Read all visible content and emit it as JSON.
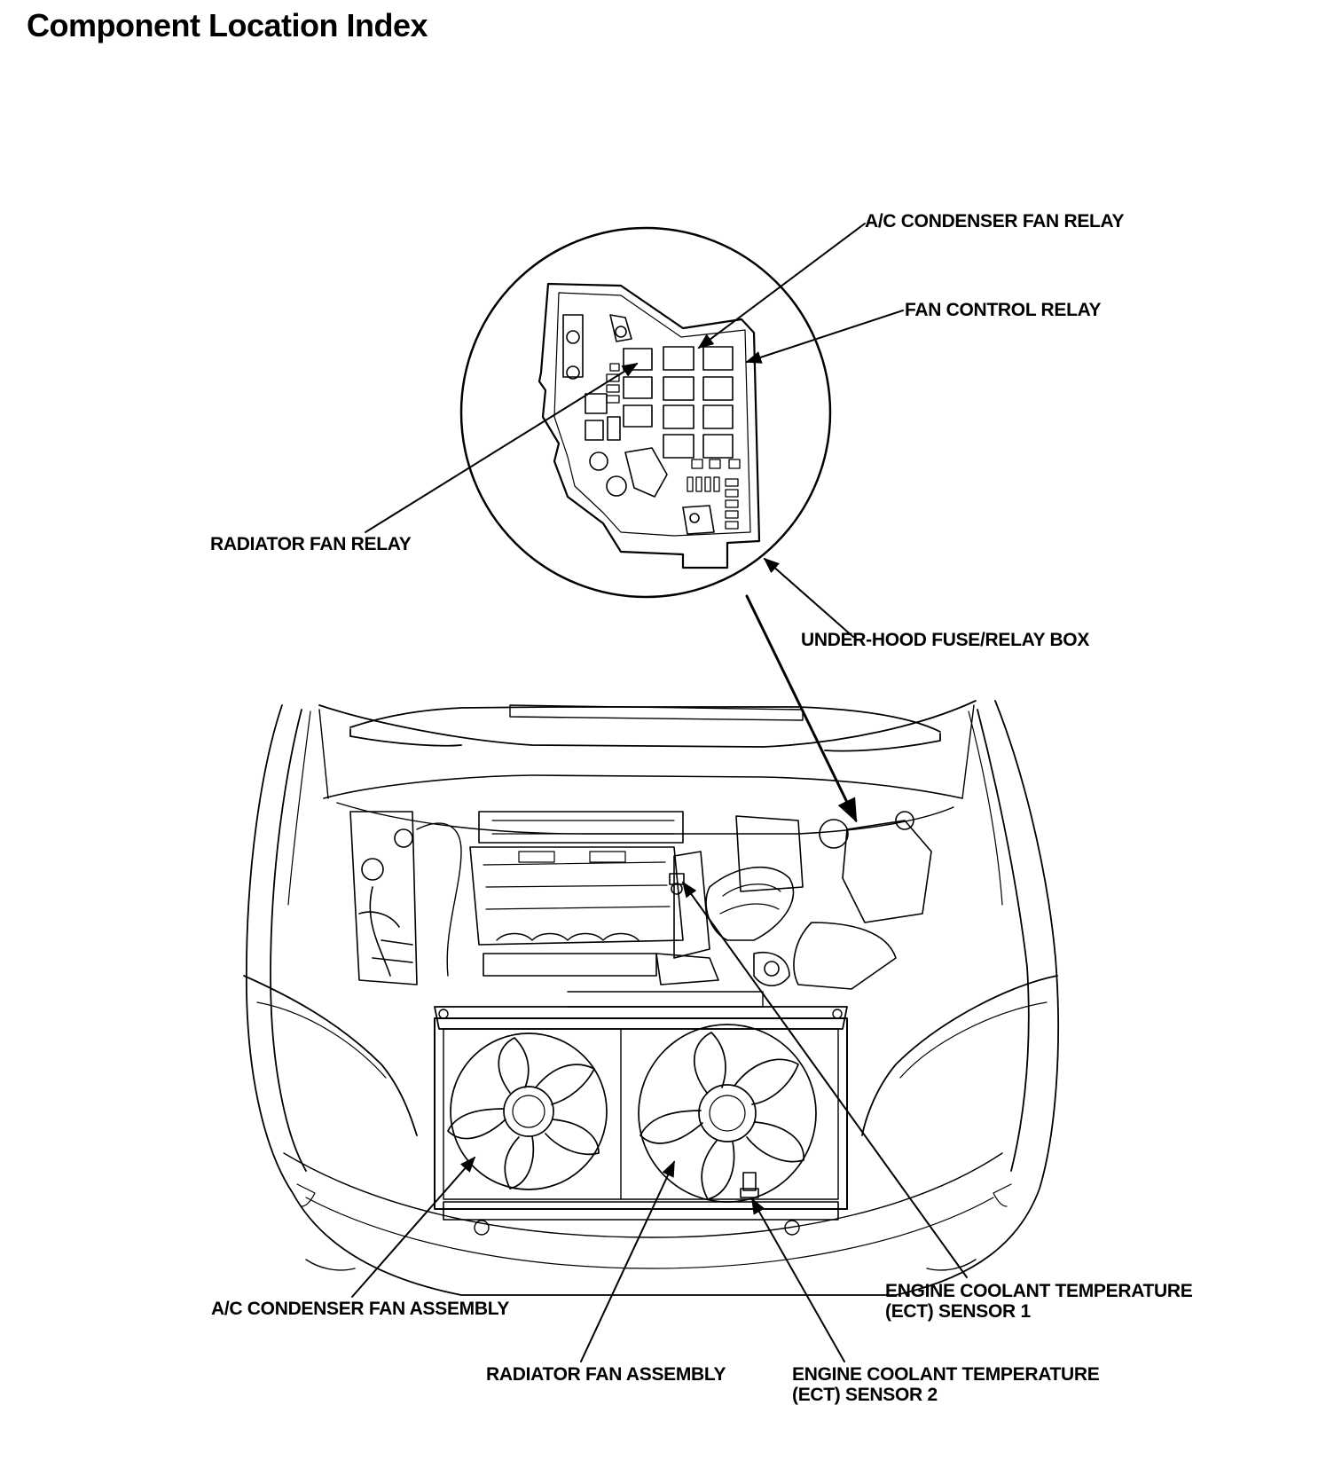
{
  "page": {
    "title": "Component Location Index"
  },
  "callouts": {
    "ac_condenser_fan_relay": "A/C CONDENSER FAN RELAY",
    "fan_control_relay": "FAN CONTROL RELAY",
    "radiator_fan_relay": "RADIATOR FAN RELAY",
    "under_hood_fuse_relay_box": "UNDER-HOOD FUSE/RELAY BOX",
    "ac_condenser_fan_assembly": "A/C CONDENSER FAN ASSEMBLY",
    "ect_sensor_1": {
      "line1": "ENGINE COOLANT TEMPERATURE",
      "line2": "(ECT) SENSOR 1"
    },
    "radiator_fan_assembly": "RADIATOR FAN ASSEMBLY",
    "ect_sensor_2": {
      "line1": "ENGINE COOLANT TEMPERATURE",
      "line2": "(ECT) SENSOR 2"
    }
  }
}
